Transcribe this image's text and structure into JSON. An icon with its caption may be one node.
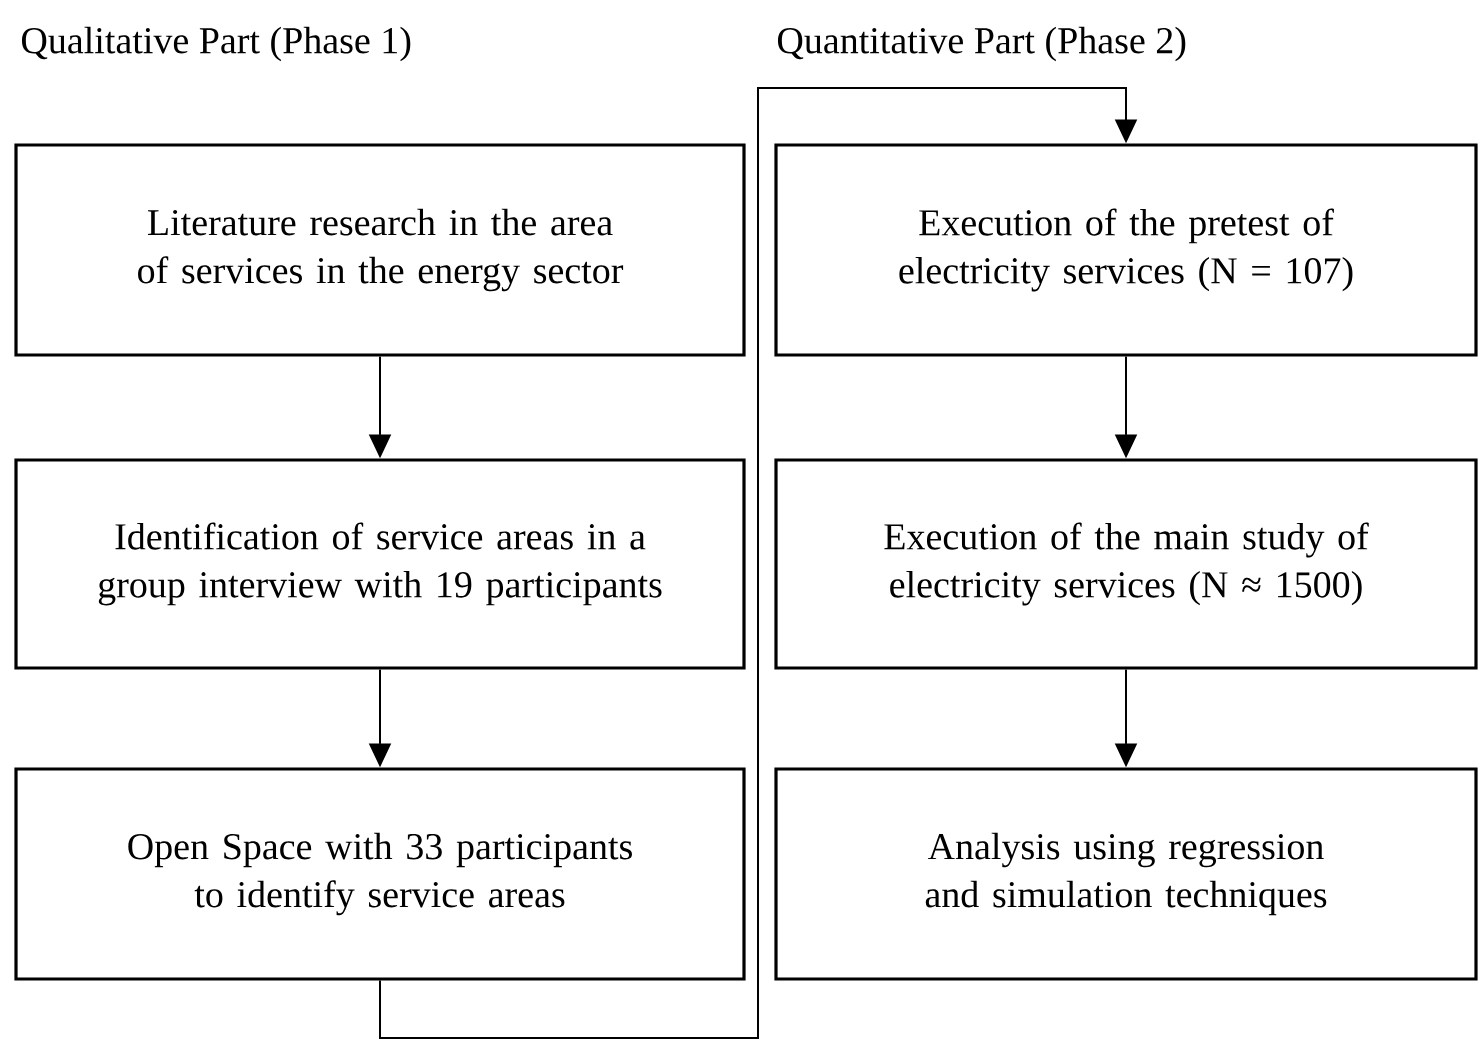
{
  "diagram": {
    "nodes": [
      {
        "text": [
          "Literature research in the area of services in the energy sector"
        ]
      },
      {
        "text": [
          "Identification of service areas in a group interview with 19 participants"
        ]
      },
      {
        "text": [
          "Open Space with 33 participants to identify service areas"
        ]
      },
      {
        "text": [
          "Execution of the pretest of electricity services  (N = 107)"
        ]
      },
      {
        "text": [
          "Execution of the main study of electricity services  (N ≈ 1500)"
        ]
      },
      {
        "text": [
          "Analysis using regression and simulation techniques"
        ]
      }
    ],
    "edges": [
      {
        "from": 0,
        "to": 1,
        "arrow": "to"
      },
      {
        "from": 1,
        "to": 2,
        "arrow": "to"
      },
      {
        "from": 2,
        "to": 3,
        "arrow": "to"
      },
      {
        "from": 3,
        "to": 4,
        "arrow": "to"
      },
      {
        "from": 4,
        "to": 5,
        "arrow": "to"
      }
    ],
    "labels": [
      "Qualitative Part (Phase 1)",
      "Quantitative Part (Phase 2)"
    ]
  }
}
